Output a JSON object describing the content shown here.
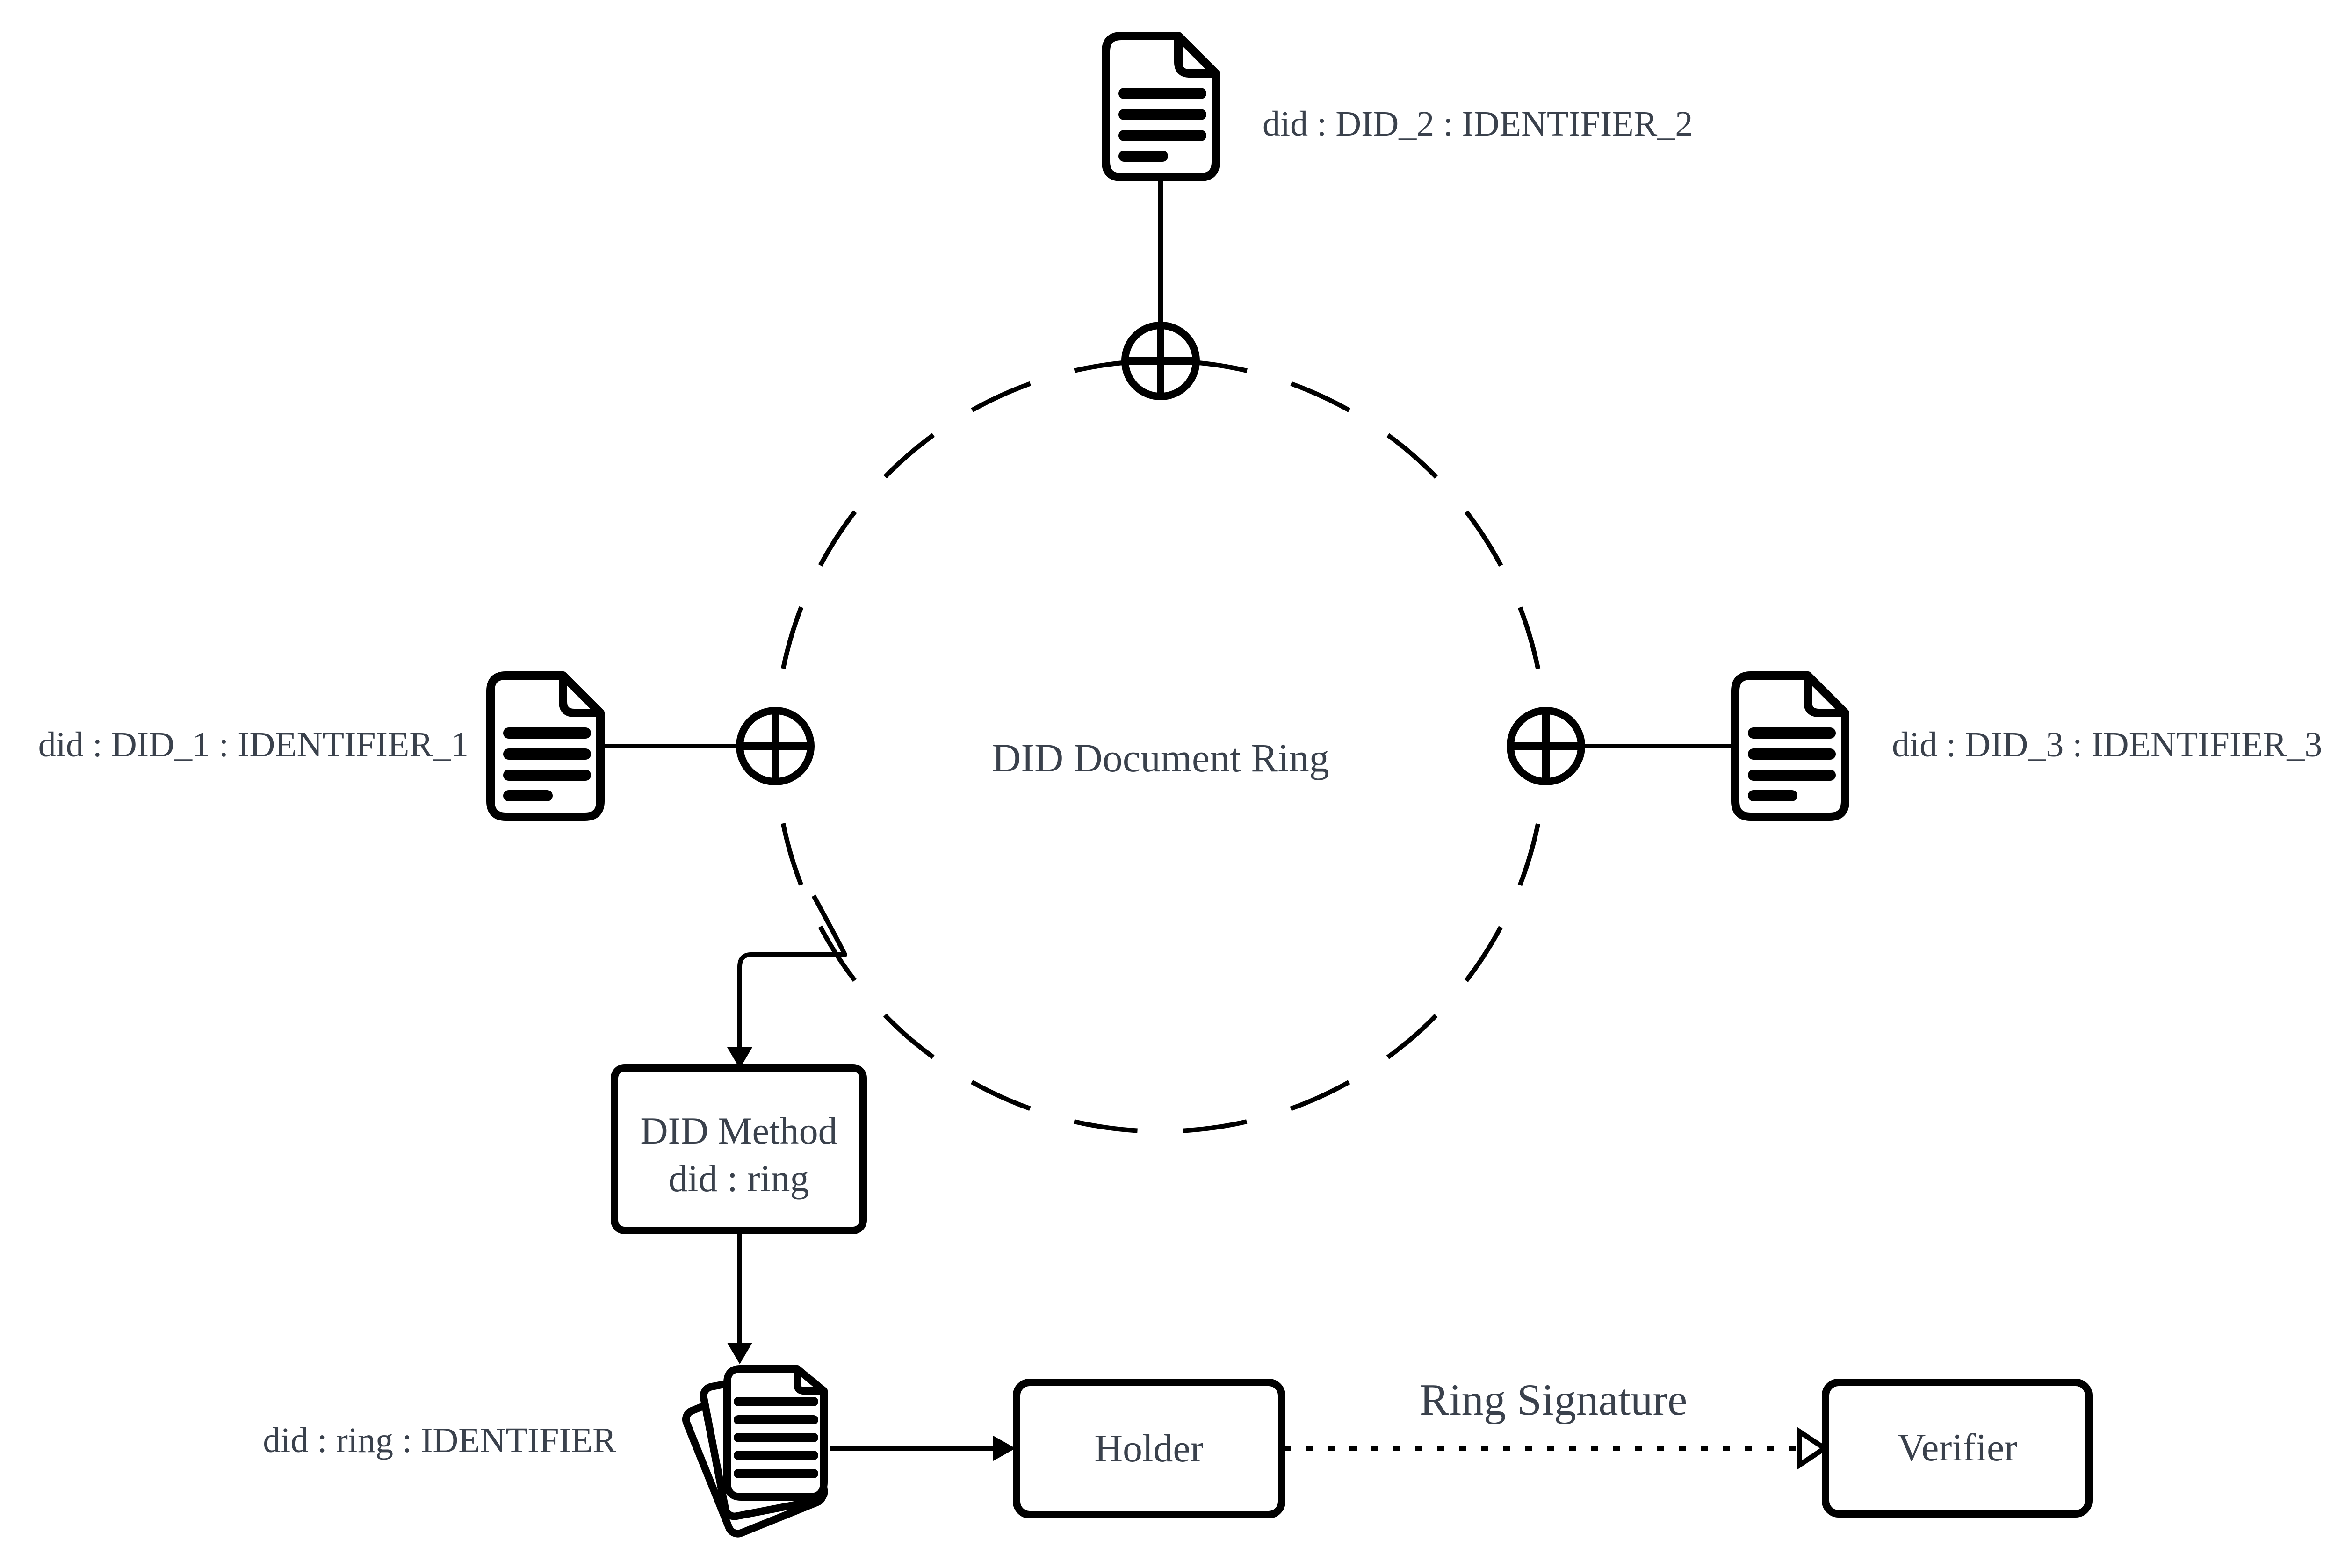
{
  "ring": {
    "title": "DID Document Ring"
  },
  "documents": [
    {
      "label": "did : DID_1 : IDENTIFIER_1"
    },
    {
      "label": "did : DID_2 : IDENTIFIER_2"
    },
    {
      "label": "did : DID_3 : IDENTIFIER_3"
    }
  ],
  "method_box": {
    "line1": "DID Method",
    "line2": "did : ring"
  },
  "ring_document": {
    "label": "did : ring : IDENTIFIER"
  },
  "holder": {
    "label": "Holder"
  },
  "verifier": {
    "label": "Verifier"
  },
  "signature": {
    "label": "Ring Signature"
  },
  "colors": {
    "stroke": "#000000",
    "text": "#3a414c",
    "background": "#ffffff"
  }
}
